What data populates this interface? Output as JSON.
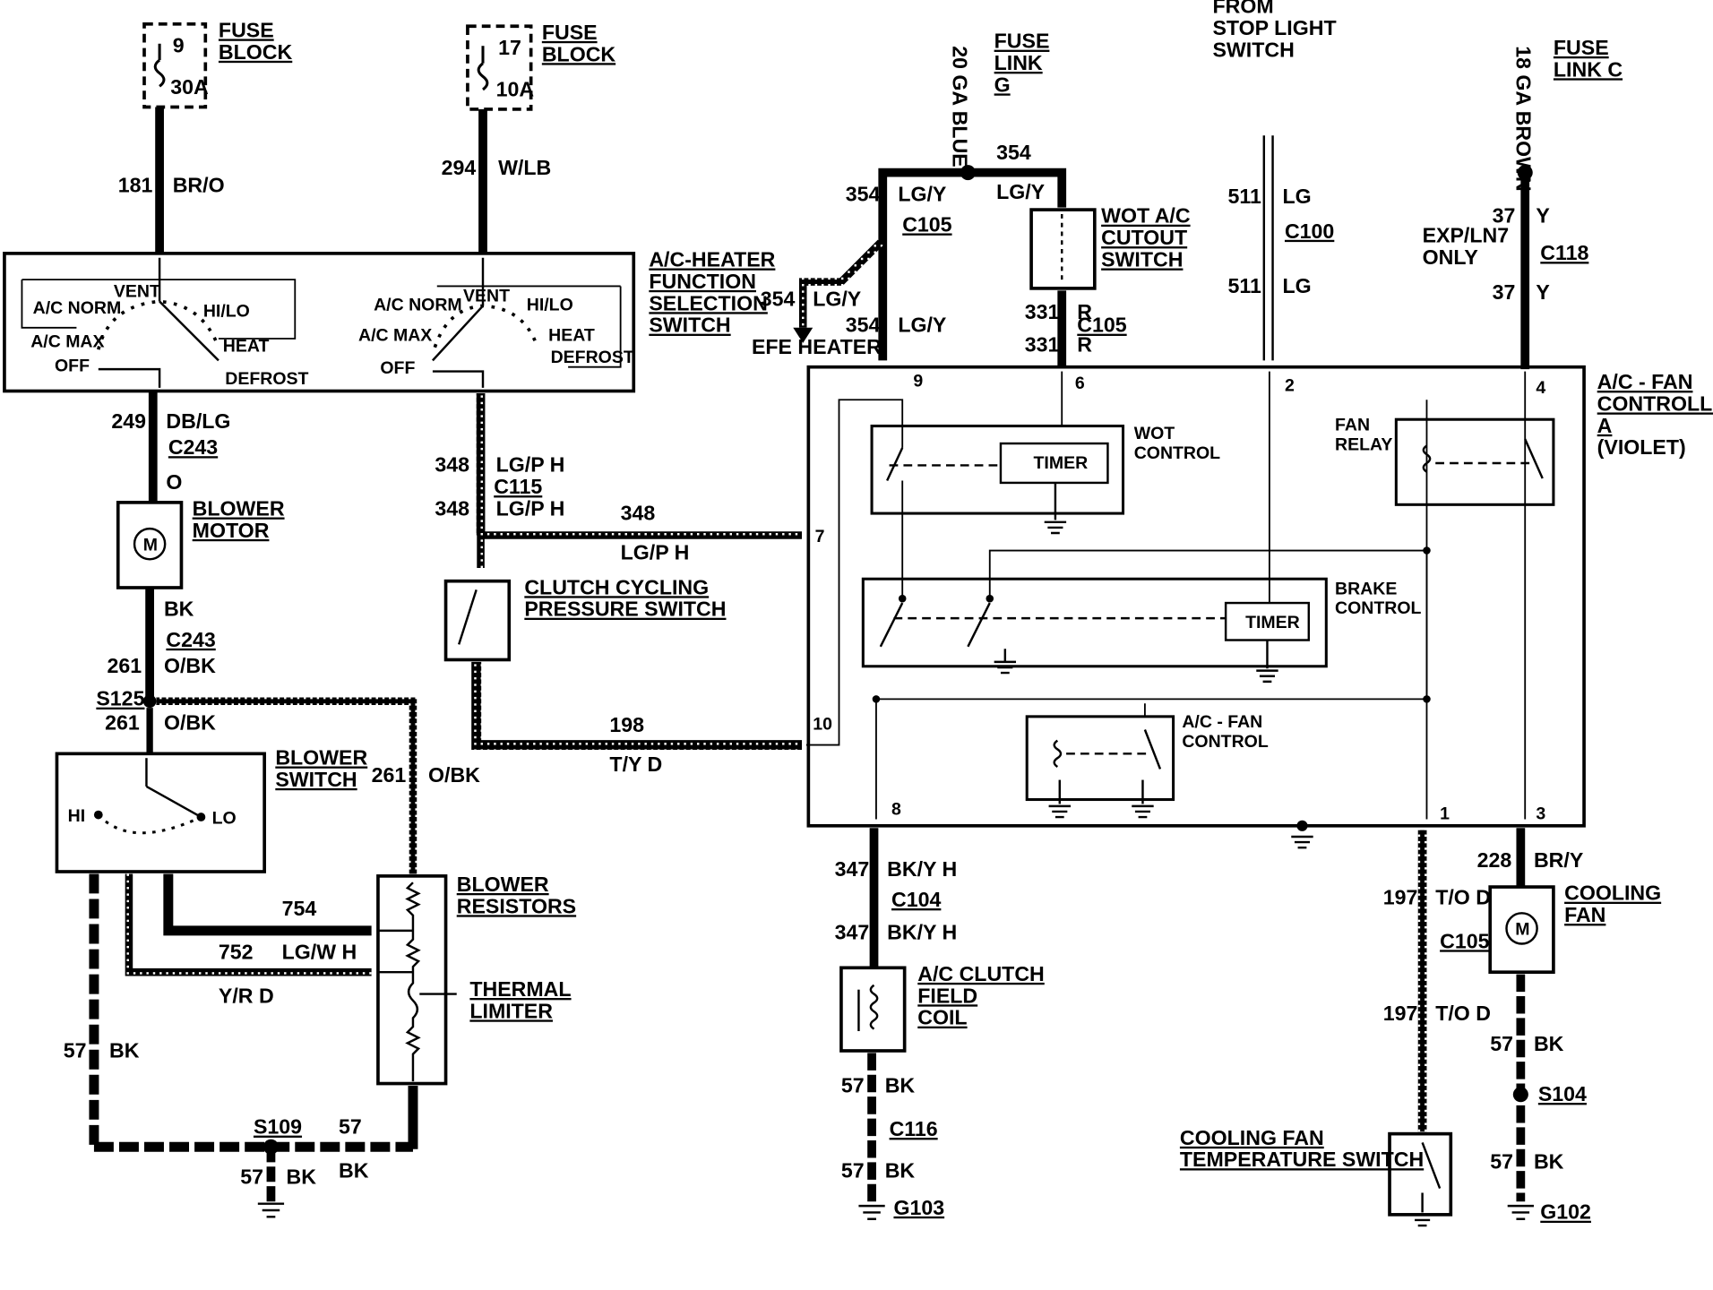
{
  "fuse_block_1": {
    "title_1": "FUSE",
    "title_2": "BLOCK",
    "fuse_no": "9",
    "rating": "30A",
    "circuit": "181",
    "color": "BR/O"
  },
  "fuse_block_2": {
    "title_1": "FUSE",
    "title_2": "BLOCK",
    "fuse_no": "17",
    "rating": "10A",
    "circuit": "294",
    "color": "W/LB"
  },
  "fuse_link_g": {
    "title_1": "FUSE",
    "title_2": "LINK",
    "title_3": "G",
    "wire": "20 GA BLUE"
  },
  "fuse_link_c": {
    "title_1": "FUSE",
    "title_2": "LINK C",
    "wire": "18 GA BROWN"
  },
  "stop_light": {
    "line_1": "FROM",
    "line_2": "STOP LIGHT",
    "line_3": "SWITCH"
  },
  "function_switch": {
    "title": [
      "A/C-HEATER",
      "FUNCTION",
      "SELECTION",
      "SWITCH"
    ],
    "left": {
      "vent": "VENT",
      "acnorm": "A/C NORM",
      "hilo": "HI/LO",
      "acmax": "A/C MAX",
      "heat": "HEAT",
      "off": "OFF",
      "defrost": "DEFROST"
    },
    "right": {
      "vent": "VENT",
      "acnorm": "A/C NORM",
      "hilo": "HI/LO",
      "acmax": "A/C MAX",
      "heat": "HEAT",
      "off": "OFF",
      "defrost": "DEFROST"
    }
  },
  "blower_circuit": {
    "w249": "249",
    "c249": "DB/LG",
    "c243": "C243",
    "o": "O",
    "motor_1": "BLOWER",
    "motor_2": "MOTOR",
    "bk": "BK",
    "c243b": "C243",
    "w261": "261",
    "c261": "O/BK",
    "s125": "S125",
    "w261b": "261",
    "c261b": "O/BK",
    "switch_1": "BLOWER",
    "switch_2": "SWITCH",
    "hi": "HI",
    "lo": "LO",
    "w261c": "261",
    "c261c": "O/BK",
    "res_1": "BLOWER",
    "res_2": "RESISTORS",
    "w754": "754",
    "w752": "752",
    "c752": "LG/W H",
    "c_yr": "Y/R D",
    "thermal_1": "THERMAL",
    "thermal_2": "LIMITER",
    "w57": "57",
    "c57": "BK",
    "s109": "S109",
    "w57b": "57",
    "w57c": "57",
    "c57c": "BK",
    "c57b": "BK"
  },
  "clutch_cycling": {
    "w348a": "348",
    "c348a": "LG/P H",
    "c115": "C115",
    "w348b": "348",
    "c348b": "LG/P H",
    "w348c": "348",
    "c348c": "LG/P H",
    "title_1": "CLUTCH CYCLING",
    "title_2": "PRESSURE SWITCH",
    "w198": "198",
    "c198": "T/Y D"
  },
  "wire354": {
    "w1": "354",
    "c1": "LG/Y",
    "w2": "354",
    "c2": "LG/Y",
    "c105": "C105",
    "w3": "354",
    "c3": "LG/Y",
    "w4": "354",
    "c4": "LG/Y",
    "efe": "EFE HEATER"
  },
  "wot_cutout": {
    "title_1": "WOT A/C",
    "title_2": "CUTOUT",
    "title_3": "SWITCH",
    "w331a": "331",
    "c331a": "R",
    "c105": "C105",
    "w331b": "331",
    "c331b": "R"
  },
  "stop_wire": {
    "w511a": "511",
    "c511a": "LG",
    "c100": "C100",
    "w511b": "511",
    "c511b": "LG"
  },
  "c118_wire": {
    "w37a": "37",
    "c37a": "Y",
    "exp_1": "EXP/LN7",
    "exp_2": "ONLY",
    "c118": "C118",
    "w37b": "37",
    "c37b": "Y"
  },
  "controller": {
    "title": [
      "A/C - FAN",
      "CONTROLLER",
      "A",
      "(VIOLET)"
    ],
    "pin9": "9",
    "pin6": "6",
    "pin2": "2",
    "pin4": "4",
    "pin7": "7",
    "pin10": "10",
    "pin8": "8",
    "pin1": "1",
    "pin3": "3",
    "wot_1": "WOT",
    "wot_2": "CONTROL",
    "timer1": "TIMER",
    "fan_1": "FAN",
    "fan_2": "RELAY",
    "brake_1": "BRAKE",
    "brake_2": "CONTROL",
    "timer2": "TIMER",
    "acfan_1": "A/C - FAN",
    "acfan_2": "CONTROL"
  },
  "clutch_coil": {
    "w347a": "347",
    "c347a": "BK/Y H",
    "c104": "C104",
    "w347b": "347",
    "c347b": "BK/Y H",
    "title_1": "A/C CLUTCH",
    "title_2": "FIELD",
    "title_3": "COIL",
    "w57a": "57",
    "c57a": "BK",
    "c116": "C116",
    "w57b": "57",
    "c57b": "BK",
    "g103": "G103"
  },
  "cooling_fan": {
    "w228": "228",
    "c228": "BR/Y",
    "title_1": "COOLING",
    "title_2": "FAN",
    "w57a": "57",
    "c57a": "BK",
    "s104": "S104",
    "w57b": "57",
    "c57b": "BK",
    "g102": "G102"
  },
  "temp_switch": {
    "w197a": "197",
    "c197a": "T/O D",
    "c105": "C105",
    "w197b": "197",
    "c197b": "T/O D",
    "title_1": "COOLING FAN",
    "title_2": "TEMPERATURE SWITCH"
  }
}
